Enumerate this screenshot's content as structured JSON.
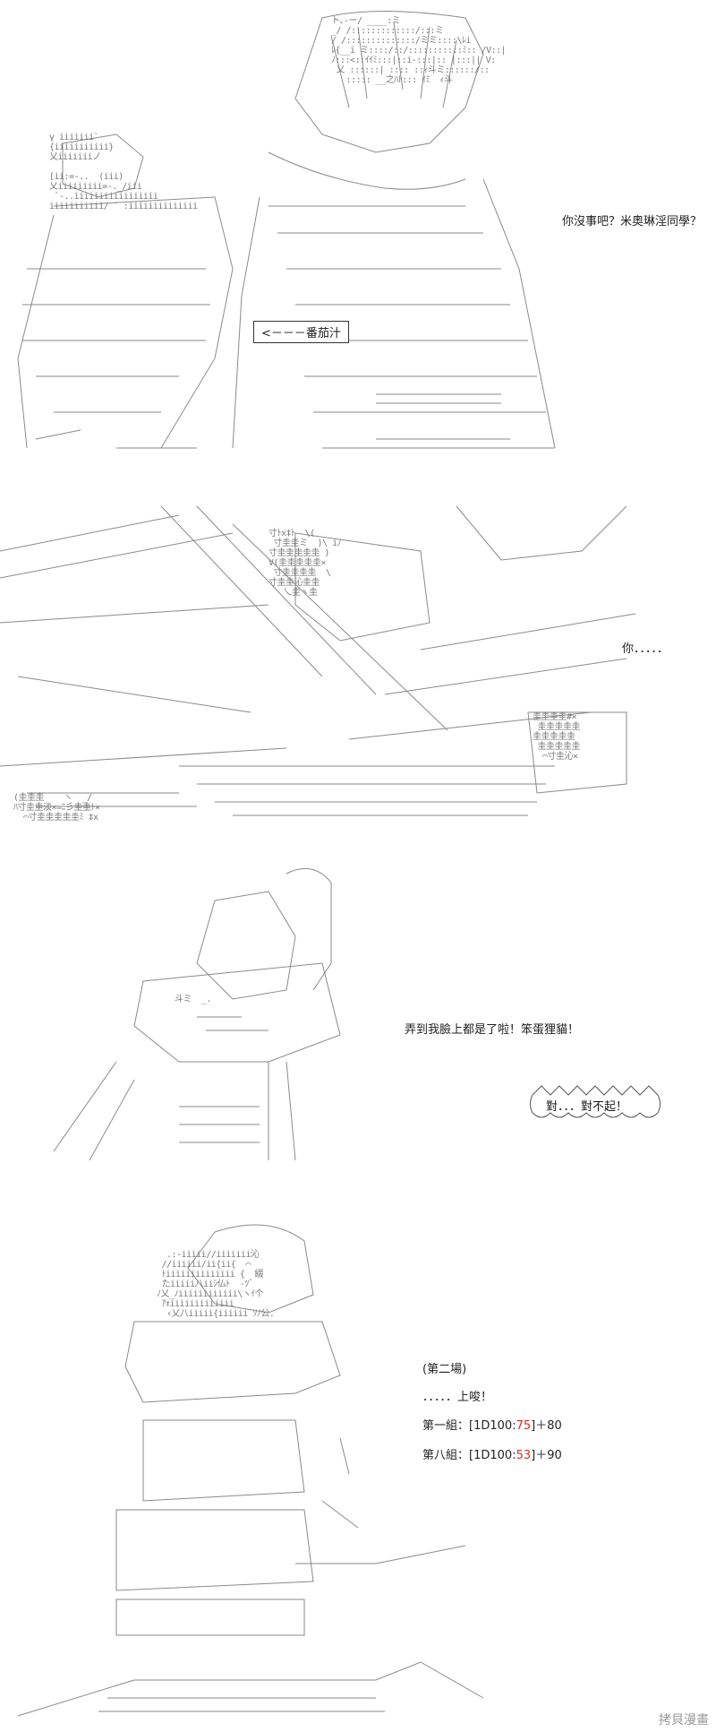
{
  "panel1": {
    "dialog": "你沒事吧？米奧琳淫同學？",
    "arrow_label": "<－－－番茄汁"
  },
  "panel2": {
    "dialog": "你．．．．．"
  },
  "panel3": {
    "dialog": "弄到我臉上都是了啦！笨蛋狸貓！",
    "shout": "對．．．對不起！"
  },
  "panel4": {
    "round_title": "(第二場)",
    "call": "．．．．．上唆！",
    "group1": {
      "label": "第一組：",
      "dice": "1D100",
      "roll": "75",
      "bonus": "＋80"
    },
    "group8": {
      "label": "第八組：",
      "dice": "1D100",
      "roll": "53",
      "bonus": "＋90"
    }
  },
  "watermark": "拷貝漫畫"
}
